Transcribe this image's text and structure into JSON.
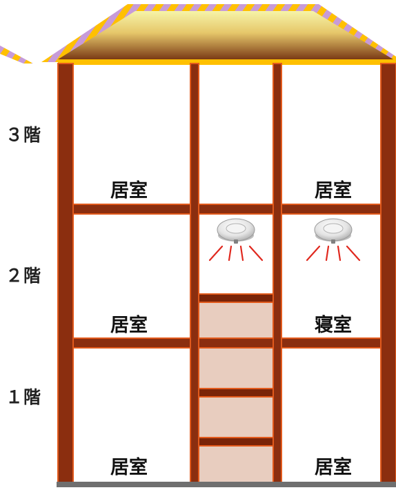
{
  "floors": {
    "f3": "３階",
    "f2": "２階",
    "f1": "１階"
  },
  "rooms": {
    "r3_left": "居室",
    "r3_right": "居室",
    "r2_left": "居室",
    "r2_right": "寝室",
    "r1_left": "居室",
    "r1_right": "居室"
  },
  "detectors": [
    {
      "icon": "smoke-detector-icon",
      "room": "stairwell-2f"
    },
    {
      "icon": "smoke-detector-icon",
      "room": "bedroom-2f"
    }
  ],
  "colors": {
    "timber": "#8B2E0F",
    "timber_dark": "#5C1A05",
    "timber_edge": "#E25A1C",
    "stair": "#E8CDBF",
    "roof_top": "#F3F09A",
    "roof_bottom": "#7A3A15",
    "roof_trim": "#FFC000",
    "roof_stripe": "#C79BD8",
    "alarm_red": "#E0281E"
  }
}
